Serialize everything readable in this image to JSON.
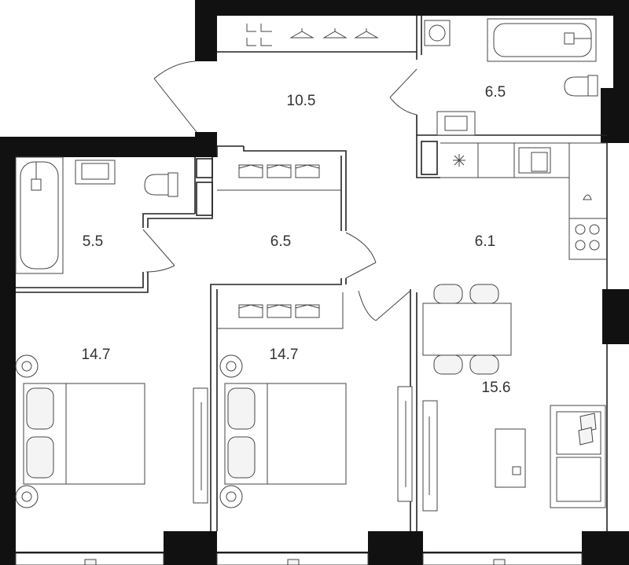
{
  "rooms": [
    {
      "id": "hall",
      "area": "10.5"
    },
    {
      "id": "bathroom-2",
      "area": "6.5"
    },
    {
      "id": "bathroom-1",
      "area": "5.5"
    },
    {
      "id": "corridor",
      "area": "6.5"
    },
    {
      "id": "kitchen",
      "area": "6.1"
    },
    {
      "id": "bedroom-1",
      "area": "14.7"
    },
    {
      "id": "bedroom-2",
      "area": "14.7"
    },
    {
      "id": "living-room",
      "area": "15.6"
    }
  ],
  "colors": {
    "wall": "#111111",
    "line": "#444444",
    "text": "#333333"
  },
  "icons": [
    "washing-machine-icon",
    "bathtub-icon",
    "toilet-icon",
    "sink-icon",
    "hob-icon",
    "bed-icon",
    "tv-icon",
    "sofa-icon",
    "dining-table-icon",
    "hanger-icon",
    "shoes-icon"
  ]
}
